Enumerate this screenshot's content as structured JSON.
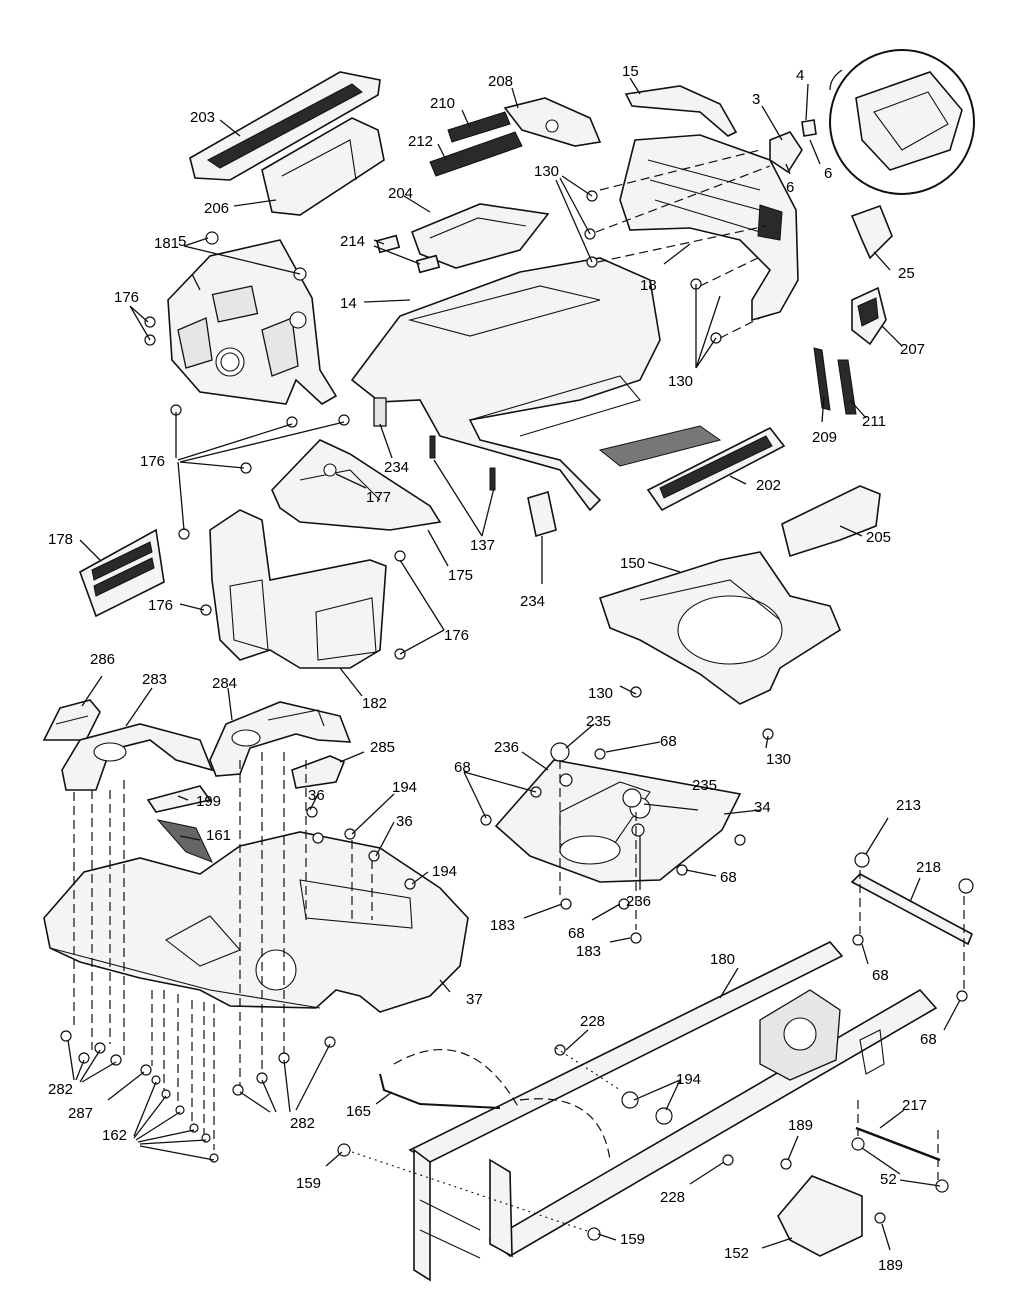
{
  "labels": [
    {
      "id": "l203",
      "text": "203"
    },
    {
      "id": "l206",
      "text": "206"
    },
    {
      "id": "l208",
      "text": "208"
    },
    {
      "id": "l210",
      "text": "210"
    },
    {
      "id": "l212",
      "text": "212"
    },
    {
      "id": "l15",
      "text": "15"
    },
    {
      "id": "l3",
      "text": "3"
    },
    {
      "id": "l4",
      "text": "4"
    },
    {
      "id": "l6a",
      "text": "6"
    },
    {
      "id": "l6b",
      "text": "6"
    },
    {
      "id": "l130a",
      "text": "130"
    },
    {
      "id": "l204",
      "text": "204"
    },
    {
      "id": "l18",
      "text": "18"
    },
    {
      "id": "l181",
      "text": "181"
    },
    {
      "id": "l5",
      "text": "5"
    },
    {
      "id": "l214",
      "text": "214"
    },
    {
      "id": "l14",
      "text": "14"
    },
    {
      "id": "l176a",
      "text": "176"
    },
    {
      "id": "l25",
      "text": "25"
    },
    {
      "id": "l130b",
      "text": "130"
    },
    {
      "id": "l207",
      "text": "207"
    },
    {
      "id": "l209",
      "text": "209"
    },
    {
      "id": "l211",
      "text": "211"
    },
    {
      "id": "l176b",
      "text": "176"
    },
    {
      "id": "l234a",
      "text": "234"
    },
    {
      "id": "l177",
      "text": "177"
    },
    {
      "id": "l202",
      "text": "202"
    },
    {
      "id": "l137",
      "text": "137"
    },
    {
      "id": "l178",
      "text": "178"
    },
    {
      "id": "l175",
      "text": "175"
    },
    {
      "id": "l205",
      "text": "205"
    },
    {
      "id": "l150",
      "text": "150"
    },
    {
      "id": "l234b",
      "text": "234"
    },
    {
      "id": "l176c",
      "text": "176"
    },
    {
      "id": "l176d",
      "text": "176"
    },
    {
      "id": "l286",
      "text": "286"
    },
    {
      "id": "l130c",
      "text": "130"
    },
    {
      "id": "l283",
      "text": "283"
    },
    {
      "id": "l284",
      "text": "284"
    },
    {
      "id": "l182",
      "text": "182"
    },
    {
      "id": "l235a",
      "text": "235"
    },
    {
      "id": "l130d",
      "text": "130"
    },
    {
      "id": "l236a",
      "text": "236"
    },
    {
      "id": "l68a",
      "text": "68"
    },
    {
      "id": "l285",
      "text": "285"
    },
    {
      "id": "l68b",
      "text": "68"
    },
    {
      "id": "l235b",
      "text": "235"
    },
    {
      "id": "l36a",
      "text": "36"
    },
    {
      "id": "l194a",
      "text": "194"
    },
    {
      "id": "l34",
      "text": "34"
    },
    {
      "id": "l199",
      "text": "199"
    },
    {
      "id": "l36b",
      "text": "36"
    },
    {
      "id": "l213",
      "text": "213"
    },
    {
      "id": "l161",
      "text": "161"
    },
    {
      "id": "l218",
      "text": "218"
    },
    {
      "id": "l194b",
      "text": "194"
    },
    {
      "id": "l68c",
      "text": "68"
    },
    {
      "id": "l236b",
      "text": "236"
    },
    {
      "id": "l183a",
      "text": "183"
    },
    {
      "id": "l68d",
      "text": "68"
    },
    {
      "id": "l68e",
      "text": "68"
    },
    {
      "id": "l183b",
      "text": "183"
    },
    {
      "id": "l180",
      "text": "180"
    },
    {
      "id": "l37",
      "text": "37"
    },
    {
      "id": "l68f",
      "text": "68"
    },
    {
      "id": "l228a",
      "text": "228"
    },
    {
      "id": "l282a",
      "text": "282"
    },
    {
      "id": "l194c",
      "text": "194"
    },
    {
      "id": "l287",
      "text": "287"
    },
    {
      "id": "l165",
      "text": "165"
    },
    {
      "id": "l217",
      "text": "217"
    },
    {
      "id": "l162",
      "text": "162"
    },
    {
      "id": "l282b",
      "text": "282"
    },
    {
      "id": "l189a",
      "text": "189"
    },
    {
      "id": "l52",
      "text": "52"
    },
    {
      "id": "l159a",
      "text": "159"
    },
    {
      "id": "l228b",
      "text": "228"
    },
    {
      "id": "l159b",
      "text": "159"
    },
    {
      "id": "l152",
      "text": "152"
    },
    {
      "id": "l189b",
      "text": "189"
    }
  ]
}
